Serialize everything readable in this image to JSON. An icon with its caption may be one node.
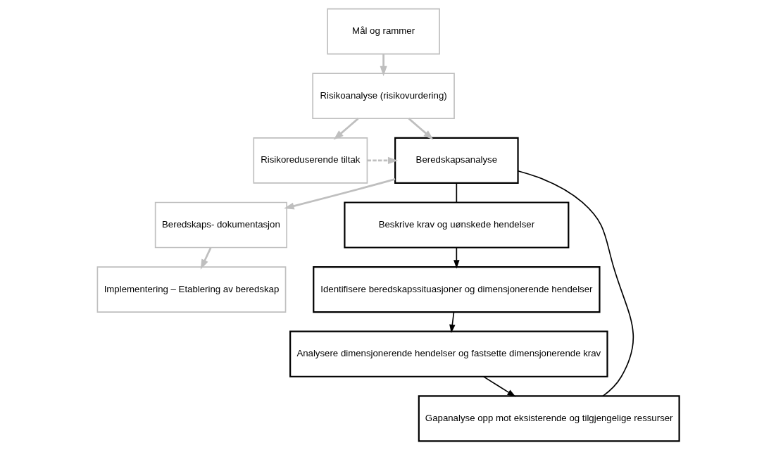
{
  "diagram": {
    "nodes": [
      {
        "text": [
          "Mål og rammer"
        ]
      },
      {
        "text": [
          "Risikoanalyse (risikovurdering)"
        ]
      },
      {
        "text": [
          "Risikoreduserende tiltak"
        ]
      },
      {
        "text": [
          "Beredskapsanalyse"
        ]
      },
      {
        "text": [
          "Beredskaps- dokumentasjon"
        ]
      },
      {
        "text": [
          "Implementering – Etablering av beredskap"
        ]
      },
      {
        "text": [
          "Beskrive krav og uønskede hendelser"
        ]
      },
      {
        "text": [
          "Identifisere beredskapssituasjoner og dimensjonerende hendelser"
        ]
      },
      {
        "text": [
          "Analysere dimensjonerende hendelser og fastsette dimensjonerende krav"
        ]
      },
      {
        "text": [
          "Gapanalyse opp mot eksisterende og tilgjengelige ressurser"
        ]
      }
    ],
    "edges": [
      {
        "from": 0,
        "to": 1,
        "arrow": "to"
      },
      {
        "from": 1,
        "to": 2,
        "arrow": "to"
      },
      {
        "from": 1,
        "to": 3,
        "arrow": "to"
      },
      {
        "from": 2,
        "to": 3,
        "arrow": "to",
        "style": "dashed"
      },
      {
        "from": 3,
        "to": 4,
        "arrow": "to"
      },
      {
        "from": 4,
        "to": 5,
        "arrow": "to"
      },
      {
        "from": 3,
        "to": 6,
        "arrow": "none",
        "color": "#000000"
      },
      {
        "from": 3,
        "to": 9,
        "arrow": "none",
        "color": "#000000"
      },
      {
        "from": 6,
        "to": 7,
        "arrow": "to",
        "color": "#000000"
      },
      {
        "from": 7,
        "to": 8,
        "arrow": "to",
        "color": "#000000"
      },
      {
        "from": 8,
        "to": 9,
        "arrow": "to",
        "color": "#000000"
      }
    ]
  }
}
